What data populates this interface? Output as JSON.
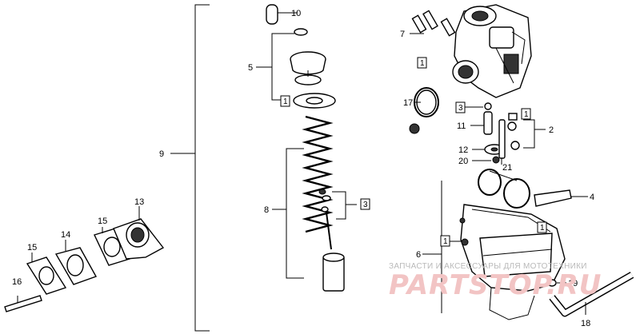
{
  "callouts": [
    {
      "id": "n10",
      "text": "10"
    },
    {
      "id": "n5",
      "text": "5"
    },
    {
      "id": "n9",
      "text": "9"
    },
    {
      "id": "n8",
      "text": "8"
    },
    {
      "id": "n7",
      "text": "7"
    },
    {
      "id": "n17",
      "text": "17"
    },
    {
      "id": "n11",
      "text": "11"
    },
    {
      "id": "n12",
      "text": "12"
    },
    {
      "id": "n20",
      "text": "20"
    },
    {
      "id": "n21",
      "text": "21"
    },
    {
      "id": "n2",
      "text": "2"
    },
    {
      "id": "n4",
      "text": "4"
    },
    {
      "id": "n6",
      "text": "6"
    },
    {
      "id": "n13",
      "text": "13"
    },
    {
      "id": "n14",
      "text": "14"
    },
    {
      "id": "n15a",
      "text": "15"
    },
    {
      "id": "n15b",
      "text": "15"
    },
    {
      "id": "n16",
      "text": "16"
    },
    {
      "id": "n18",
      "text": "18"
    },
    {
      "id": "n19",
      "text": "19"
    }
  ],
  "boxed_labels": {
    "b1_needle": "1",
    "b3_clip": "3",
    "b1_gasket": "1",
    "b3_body": "3",
    "b1_right": "1",
    "b1_bowl": "1",
    "b1_floatch": "1"
  },
  "watermark": {
    "caption": "ЗАПЧАСТИ И АКСЕССУАРЫ ДЛЯ МОТОТЕХНИКИ",
    "brand": "PARTSTOP.RU"
  }
}
